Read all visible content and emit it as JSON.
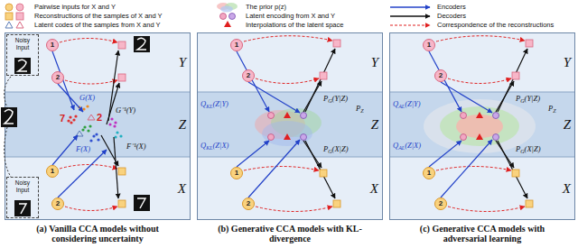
{
  "diagram": {
    "nodes": [
      {
        "text": [
          "(a) Vanilla CCA models without considering uncertainty"
        ]
      },
      {
        "text": [
          "Y"
        ],
        "in": 0
      },
      {
        "text": [
          "Noisy Input"
        ],
        "in": 1
      },
      {
        "text": [
          "1"
        ],
        "in": 1
      },
      {
        "text": [
          "2"
        ],
        "in": 1
      },
      {
        "text": [
          "Z"
        ],
        "in": 0
      },
      {
        "text": [
          "X"
        ],
        "in": 0
      },
      {
        "text": [
          "Noisy Input"
        ],
        "in": 6
      },
      {
        "text": [
          "1"
        ],
        "in": 6
      },
      {
        "text": [
          "2"
        ],
        "in": 6
      },
      {
        "text": [
          "(b) Generative CCA models with KL-divergence"
        ]
      },
      {
        "text": [
          "Y"
        ],
        "in": 10
      },
      {
        "text": [
          "1"
        ],
        "in": 11
      },
      {
        "text": [
          "2"
        ],
        "in": 11
      },
      {
        "text": [
          "Z"
        ],
        "in": 10
      },
      {
        "text": [
          "X"
        ],
        "in": 10
      },
      {
        "text": [
          "1"
        ],
        "in": 15
      },
      {
        "text": [
          "2"
        ],
        "in": 15
      },
      {
        "text": [
          "(c) Generative CCA models with adversarial learning"
        ]
      },
      {
        "text": [
          "Y"
        ],
        "in": 18
      },
      {
        "text": [
          "1"
        ],
        "in": 19
      },
      {
        "text": [
          "2"
        ],
        "in": 19
      },
      {
        "text": [
          "Z"
        ],
        "in": 18
      },
      {
        "text": [
          "X"
        ],
        "in": 18
      },
      {
        "text": [
          "1"
        ],
        "in": 23
      },
      {
        "text": [
          "2"
        ],
        "in": 23
      }
    ],
    "labels": [
      "G(X)",
      "G⁻¹(Y)",
      "F(X)",
      "F⁻¹(X)",
      "7",
      "2",
      "Q",
      "KL",
      "(Z|Y)",
      "P",
      "G",
      "(Y|Z)",
      "P",
      "Z",
      "Q",
      "KL",
      "(Z|X)",
      "P",
      "G",
      "(X|Z)",
      "Q",
      "AL",
      "(Z|Y)",
      "P",
      "G",
      "(Y|Z)",
      "P",
      "Z",
      "Q",
      "AL",
      "(Z|X)",
      "P",
      "G",
      "(X|Z)"
    ],
    "legend": [
      {
        "text": "Pairwise inputs for X and Y"
      },
      {
        "text": "Reconstructions of the samples of X and Y"
      },
      {
        "text": "Latent codes of the samples from X and Y"
      },
      {
        "text": "The prior p(z)"
      },
      {
        "text": "Latent encoding from X and Y"
      },
      {
        "text": "Interpolations of the latent space"
      },
      {
        "text": "Encoders"
      },
      {
        "text": "Decoders"
      },
      {
        "text": "Correspondence of the reconstructions"
      }
    ]
  }
}
